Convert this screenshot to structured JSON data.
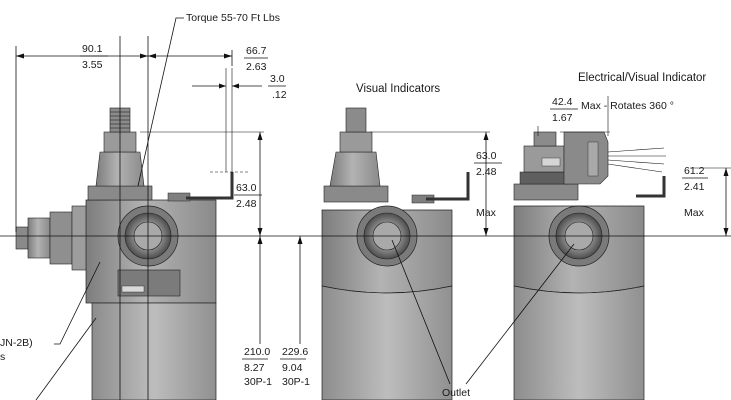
{
  "notes": {
    "torque": "Torque 55-70 Ft Lbs",
    "visual_indicators": "Visual Indicators",
    "electrical_visual_indicator": "Electrical/Visual Indicator",
    "rotates": "Max - Rotates 360 °",
    "outlet": "Outlet",
    "left_callout_1": "JN-2B)",
    "left_callout_2": "s",
    "max_1": "Max",
    "max_2": "Max"
  },
  "dimensions": {
    "d90_mm": "90.1",
    "d90_in": "3.55",
    "d66_mm": "66.7",
    "d66_in": "2.63",
    "d3_mm": "3.0",
    "d3_in": ".12",
    "d63a_mm": "63.0",
    "d63a_in": "2.48",
    "d63b_mm": "63.0",
    "d63b_in": "2.48",
    "d42_mm": "42.4",
    "d42_in": "1.67",
    "d61_mm": "61.2",
    "d61_in": "2.41",
    "d210_mm": "210.0",
    "d210_in": "8.27",
    "d210_code": "30P-1",
    "d229_mm": "229.6",
    "d229_in": "9.04",
    "d229_code": "30P-1"
  },
  "colors": {
    "body": "#9a9a9a",
    "body_dark": "#6f6f6f",
    "body_light": "#c4c4c4",
    "housing": "#8c8c8c",
    "lower": "#a6a6a6"
  }
}
